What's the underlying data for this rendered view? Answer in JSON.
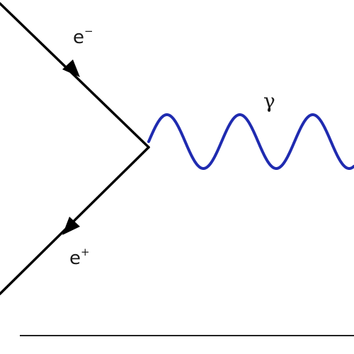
{
  "diagram": {
    "particles": {
      "electron": {
        "base": "e",
        "charge": "−"
      },
      "positron": {
        "base": "e",
        "charge": "+"
      },
      "photon": {
        "symbol": "γ"
      }
    },
    "colors": {
      "fermion_line": "#000000",
      "photon_line": "#1f2bb0",
      "baseline": "#222222"
    }
  }
}
